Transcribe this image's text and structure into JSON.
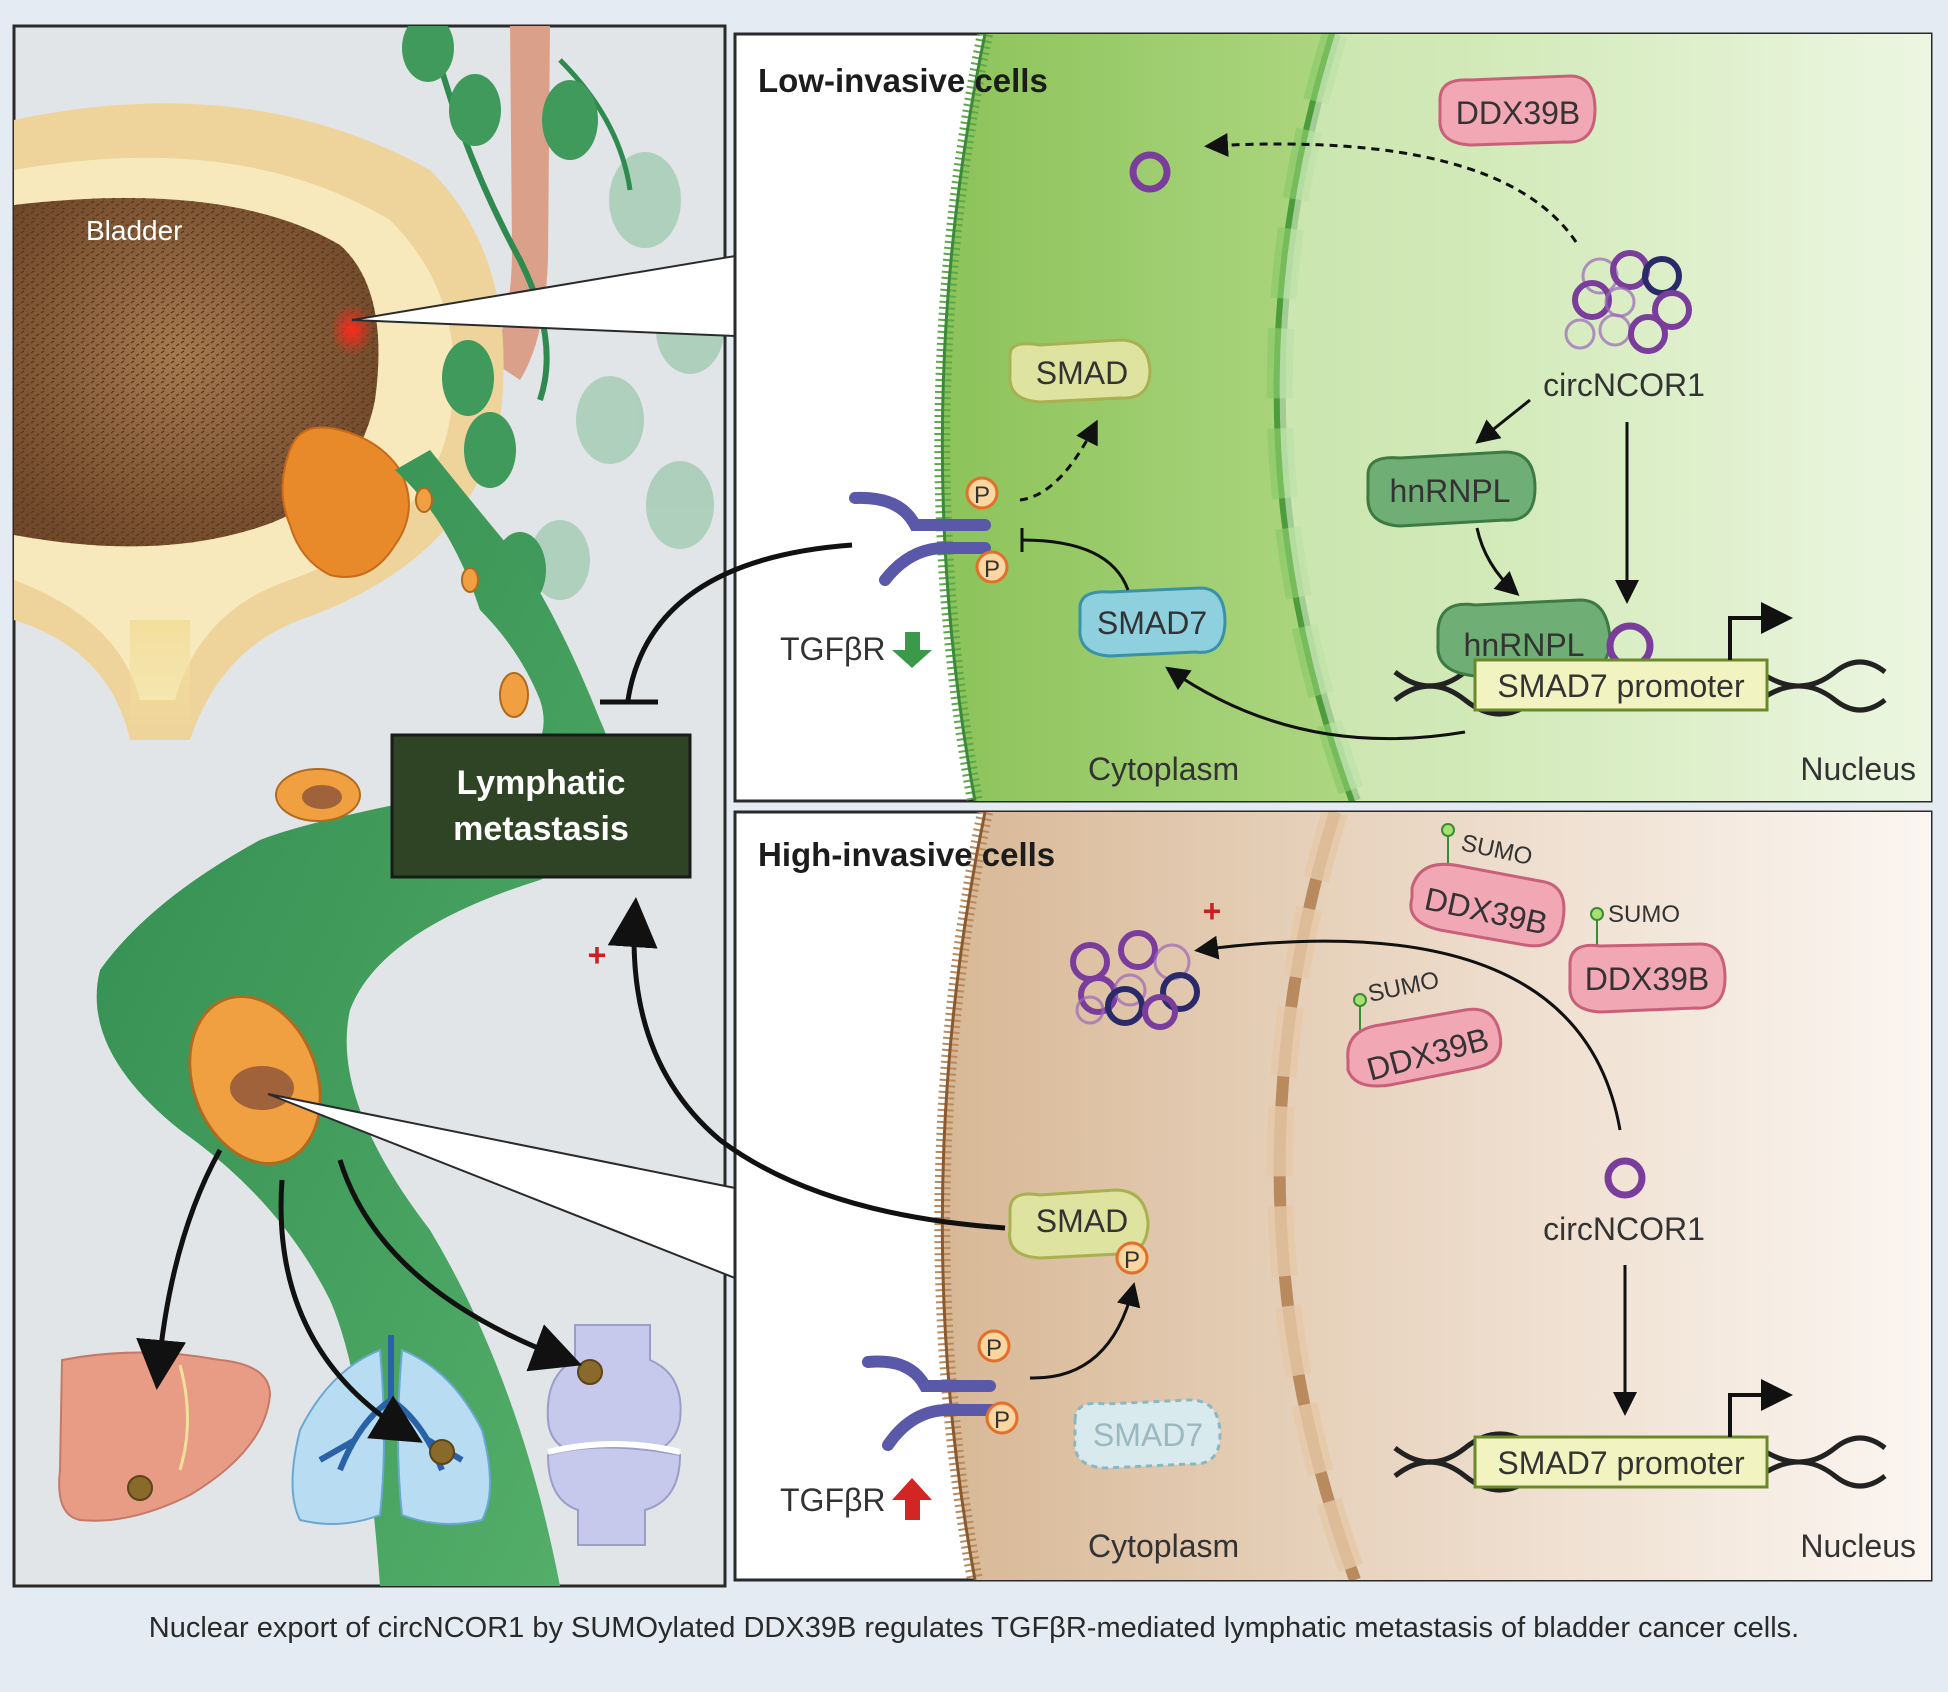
{
  "left_panel": {
    "bladder_label": "Bladder",
    "metastasis_box": "Lymphatic\nmetastasis",
    "plus_sign": "+"
  },
  "low_panel": {
    "title": "Low-invasive cells",
    "ddx39b": "DDX39B",
    "circncor1": "circNCOR1",
    "smad": "SMAD",
    "hnrnpl_cyto": "hnRNPL",
    "hnrnpl_nuc": "hnRNPL",
    "phospho_1": "P",
    "phospho_2": "P",
    "smad7": "SMAD7",
    "receptor": "TGFβR",
    "promoter": "SMAD7 promoter",
    "cytoplasm": "Cytoplasm",
    "nucleus": "Nucleus"
  },
  "high_panel": {
    "title": "High-invasive cells",
    "sumo_1": "SUMO",
    "sumo_2": "SUMO",
    "sumo_3": "SUMO",
    "ddx39b_1": "DDX39B",
    "ddx39b_2": "DDX39B",
    "ddx39b_3": "DDX39B",
    "plus_sign": "+",
    "circncor1": "circNCOR1",
    "smad": "SMAD",
    "phospho_smad": "P",
    "phospho_1": "P",
    "phospho_2": "P",
    "smad7": "SMAD7",
    "receptor": "TGFβR",
    "promoter": "SMAD7 promoter",
    "cytoplasm": "Cytoplasm",
    "nucleus": "Nucleus"
  },
  "caption": "Nuclear export of circNCOR1 by SUMOylated DDX39B regulates TGFβR-mediated lymphatic metastasis of bladder cancer cells.",
  "colors": {
    "page_bg": "#e4ebf3",
    "low_cell": "#9fcf69",
    "high_cell": "#ddc0a3",
    "lymph_vessel": "#3f9a5c",
    "tumor": "#e8892a",
    "ddx39b": "#f2a7b5",
    "circ_rna": "#7a3d9b",
    "receptor": "#5a58a8",
    "smad": "#dfe3a0",
    "smad7": "#8ed0dd",
    "hnrnpl": "#6fae74",
    "down_arrow": "#3a9a4a",
    "up_arrow": "#d42525"
  }
}
